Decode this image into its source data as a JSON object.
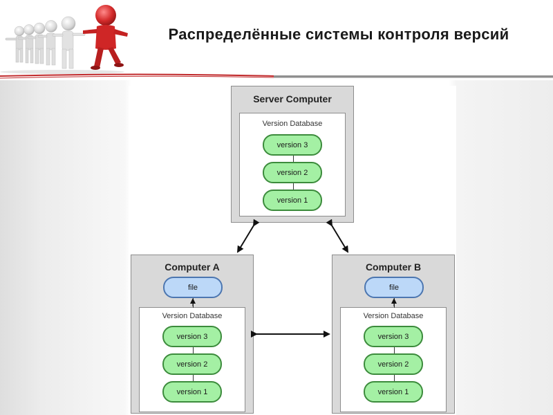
{
  "slide": {
    "title": "Распределённые системы контроля версий"
  },
  "colors": {
    "computer_fill": "#d9d9d9",
    "border": "#8c8c8c",
    "version_fill": "#a4f0a4",
    "version_border": "#3c8b3c",
    "file_fill": "#bcd8f8",
    "file_border": "#4c76b0",
    "figure_accent": "#d42b2b",
    "rule_red": "#c0282a"
  },
  "diagram": {
    "server": {
      "title": "Server Computer",
      "database_label": "Version Database",
      "versions": [
        "version 3",
        "version 2",
        "version 1"
      ]
    },
    "computer_a": {
      "title": "Computer A",
      "file_label": "file",
      "database_label": "Version Database",
      "versions": [
        "version 3",
        "version 2",
        "version 1"
      ]
    },
    "computer_b": {
      "title": "Computer B",
      "file_label": "file",
      "database_label": "Version Database",
      "versions": [
        "version 3",
        "version 2",
        "version 1"
      ]
    },
    "connections": [
      {
        "from": "server",
        "to": "computer_a",
        "type": "bidirectional"
      },
      {
        "from": "server",
        "to": "computer_b",
        "type": "bidirectional"
      },
      {
        "from": "computer_a",
        "to": "computer_b",
        "type": "bidirectional"
      }
    ]
  }
}
